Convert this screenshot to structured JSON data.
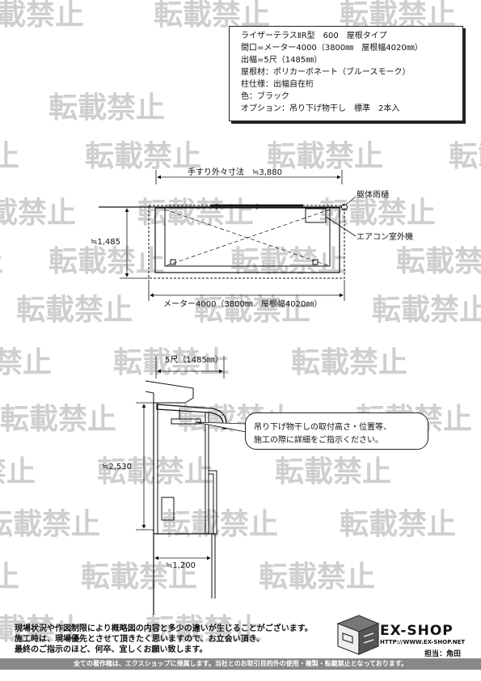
{
  "watermark": {
    "text": "転載禁止"
  },
  "spec": {
    "lines": [
      "ライザーテラスⅡR型　600　屋根タイプ",
      "間口=メーター4000（3800㎜　屋根幅4020㎜）",
      "出幅=5尺（1485㎜）",
      "屋根材：ポリカーボネート（ブルースモーク）",
      "柱仕様：出幅自在桁",
      "色：ブラック",
      "オプション：吊り下げ物干し　標準　2本入"
    ]
  },
  "plan": {
    "handrail_dim": "手すり外々寸法　≒3,880",
    "gutter_label": "躯体雨樋",
    "aircon_label": "エアコン室外機",
    "depth_dim": "≒1,485",
    "width_dim": "メーター4000（3800㎜　屋根幅4020㎜）"
  },
  "section": {
    "projection_dim": "5尺（1485㎜）",
    "height_dim": "≒2,530",
    "floor_dim": "≒1,200"
  },
  "callout": {
    "line1": "吊り下げ物干しの取付高さ・位置等、",
    "line2": "施工の際に詳細をご指示ください。"
  },
  "footer": {
    "notes": [
      "現場状況や作図制限により概略図の内容と多少の違いが生じることがございます。",
      "施工時は、現場優先とさせて頂きたく思いますので、お立会い頂き、",
      "最終のご指示のほど、何卒、宜しくお願い致します。"
    ],
    "brand": "EX-SHOP",
    "url": "HTTP://WWW.EX-SHOP.NET",
    "staff": "担当：角田",
    "copyright": "全ての著作権は、エクスショップに帰属します。当社とのお取引目的外の使用・複製・転載禁止となっております。"
  }
}
